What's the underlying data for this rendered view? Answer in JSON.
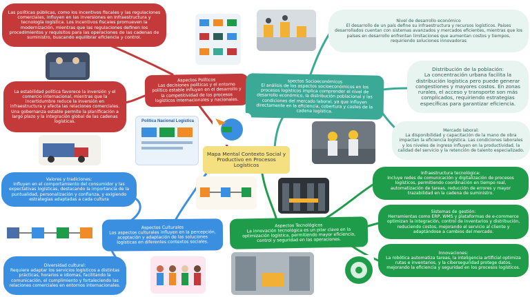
{
  "central": {
    "title": "Mapa Mental  Contexto Social y Productivo en Procesos Logísticos"
  },
  "political": {
    "main_head": "Aspectos Políticos",
    "main_text": "Las decisiones políticas y el entorno político estable influyen en el desarrollo y la competitividad de los procesos logísticos internacionales y nacionales.",
    "policies": "Las políticas públicas, como los incentivos fiscales y las regulaciones comerciales, influyen en las inversiones en infraestructura y tecnología logística. Los incentivos fiscales promueven la modernización, mientras que las regulaciones definen los procedimientos y requisitos para las operaciones de las cadenas de suministro, buscando equilibrar eficiencia y control.",
    "stability": "La estabilidad política favorece la inversión y el comercio internacional, mientras que la incertidumbre reduce la inversión en infraestructura y afecta las relaciones comerciales. Una gobernanza estable permite la planificación a largo plazo y la integración global de las cadenas logísticas.",
    "image_caption": "Política Nacional Logística"
  },
  "socio": {
    "main_head": "spectos Socioeconómicos",
    "main_text": "El análisis de los aspectos socioeconómicos en los procesos logísticos implica comprender el nivel de desarrollo económico, la distribución poblacional y las condiciones del mercado laboral, ya que influyen directamente en la eficiencia, cobertura y costes de la cadena logística.",
    "econ_head": "Nivel de desarrollo económico",
    "econ_text": "El desarrollo de un país define su infraestructura y recursos logísticos. Países desarrollados cuentan con sistemas avanzados y mercados eficientes, mientras que los países en desarrollo enfrentan limitaciones que aumentan costos y tiempos, requiriendo soluciones innovadoras",
    "pop_head": "Distribución de la población:",
    "pop_text": "La concentración urbana facilita la distribución logística pero puede generar congestiones y mayores costos. En zonas rurales, el acceso y transporte son más complicados, requiriendo estrategias específicas para garantizar eficiencia.",
    "labor_head": "Mercado laboral:",
    "labor_text": "La disponibilidad y capacitación de la mano de obra impactan la eficiencia logística. Las condiciones laborales y los niveles de ingreso influyen en la productividad, la calidad del servicio y la retención de talento especializado."
  },
  "cultural": {
    "main_head": "Aspectos Culturales",
    "main_text": "Los aspectos culturales influyen en la percepción, aceptación y adaptación de las soluciones logísticas en diferentes contextos sociales.",
    "values_head": "Valores y tradiciones:",
    "values_text": "Influyen en el comportamiento del consumidor y las expectativas logísticas, destacando la importancia de la puntualidad, personalización y confianza, y exigiendo estrategias adaptadas a cada cultura",
    "diversity_head": "Diversidad cultural:",
    "diversity_text": "Requiere adaptar los servicios logísticos a distintas prácticas, horarios e idiomas, facilitando la comunicación, el cumplimiento y fortaleciendo las relaciones comerciales en entornos internacionales."
  },
  "tech": {
    "main_head": "Aspectos Tecnológicos",
    "main_text": "La innovación tecnológica es un pilar clave en la optimización logística, permitiendo mayor eficiencia, control y seguridad en las operaciones.",
    "infra_head": "Infraestructura tecnológica:",
    "infra_text": "Incluye redes de comunicación y digitalización de procesos logísticos, permitiendo coordinación en tiempo real, automatización de tareas, reducción de errores y mayor trazabilidad en la cadena de suministro.",
    "mgmt_head": "Sistemas de gestión:",
    "mgmt_text": "Herramientas como ERP, WMS y plataformas de e-commerce optimizan la integración, control de inventarios y distribución, reduciendo costos, mejorando el servicio al cliente y adaptándose a cambios del mercado.",
    "innov_head": "Innovaciones:",
    "innov_text": "La robótica automatiza tareas, la inteligencia artificial optimiza rutas e inventarios, y la ciberseguridad protege datos, mejorando la eficiencia y seguridad en los procesos logísticos."
  },
  "colors": {
    "political": "#c43a3a",
    "socio": "#3aaa96",
    "socio_light": "#e8f4ef",
    "tech": "#1f9c49",
    "cultural": "#3b8fe0",
    "central": "#f5e081"
  }
}
